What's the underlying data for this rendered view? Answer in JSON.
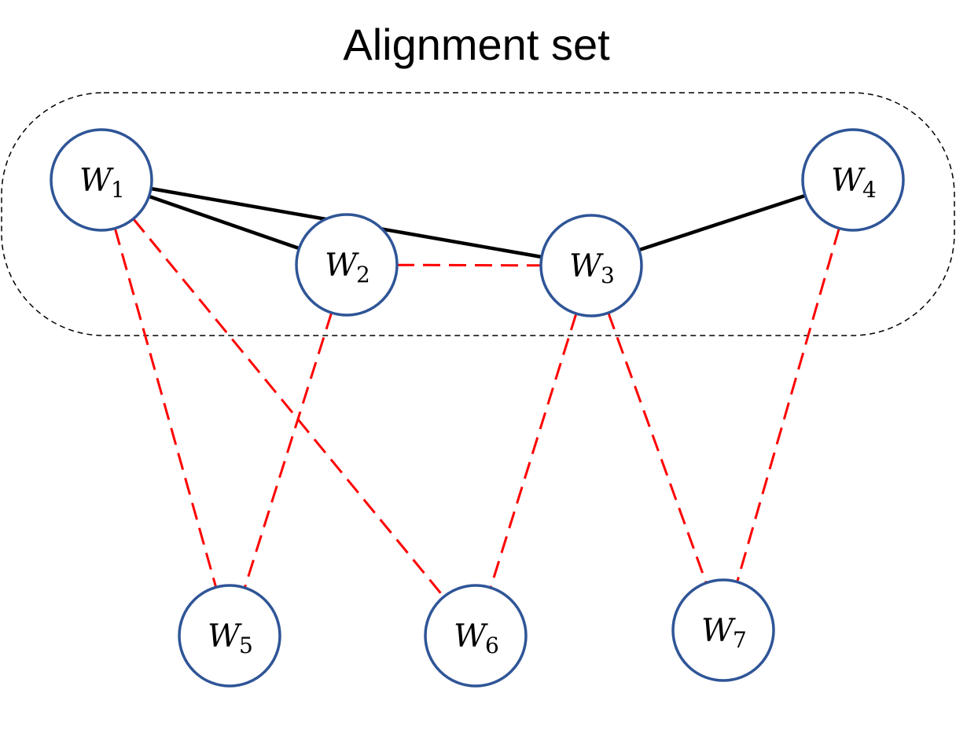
{
  "diagram": {
    "title": "Alignment set",
    "colors": {
      "node_stroke": "#2F5597",
      "solid_edge": "#000000",
      "dashed_edge": "#FF0000",
      "group_border": "#000000"
    },
    "nodes": [
      {
        "id": "w1",
        "letter": "W",
        "sub": "1"
      },
      {
        "id": "w2",
        "letter": "W",
        "sub": "2"
      },
      {
        "id": "w3",
        "letter": "W",
        "sub": "3"
      },
      {
        "id": "w4",
        "letter": "W",
        "sub": "4"
      },
      {
        "id": "w5",
        "letter": "W",
        "sub": "5"
      },
      {
        "id": "w6",
        "letter": "W",
        "sub": "6"
      },
      {
        "id": "w7",
        "letter": "W",
        "sub": "7"
      }
    ],
    "group": {
      "members": [
        "w1",
        "w2",
        "w3",
        "w4"
      ]
    },
    "edges": [
      {
        "from": "w1",
        "to": "w2",
        "style": "solid"
      },
      {
        "from": "w1",
        "to": "w3",
        "style": "solid"
      },
      {
        "from": "w3",
        "to": "w4",
        "style": "solid"
      },
      {
        "from": "w2",
        "to": "w3",
        "style": "dashed"
      },
      {
        "from": "w1",
        "to": "w5",
        "style": "dashed"
      },
      {
        "from": "w1",
        "to": "w6",
        "style": "dashed"
      },
      {
        "from": "w2",
        "to": "w5",
        "style": "dashed"
      },
      {
        "from": "w3",
        "to": "w6",
        "style": "dashed"
      },
      {
        "from": "w3",
        "to": "w7",
        "style": "dashed"
      },
      {
        "from": "w4",
        "to": "w7",
        "style": "dashed"
      }
    ]
  }
}
